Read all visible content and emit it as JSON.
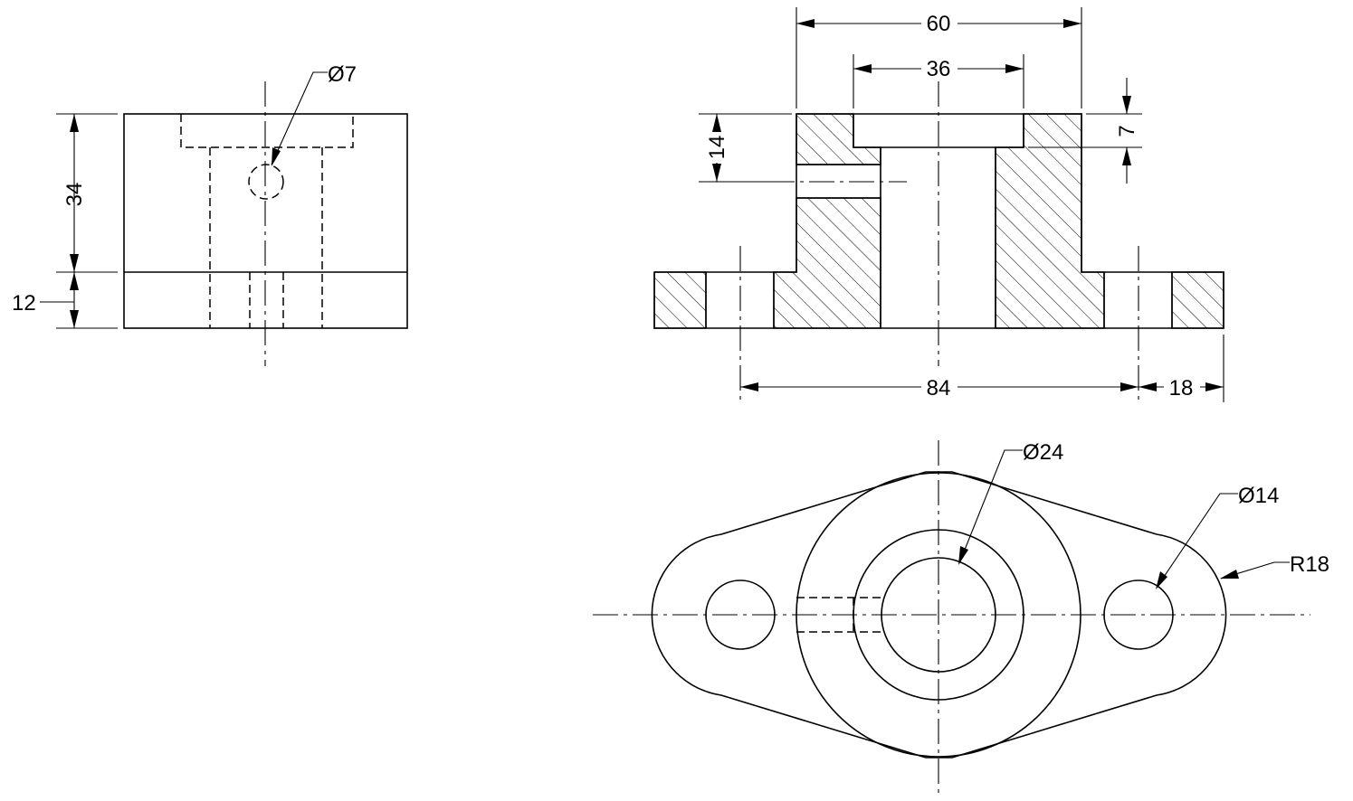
{
  "drawing": {
    "dimensions": {
      "front_width_top": "60",
      "front_bore_top": "36",
      "front_height_slot": "14",
      "front_counterbore_depth": "7",
      "front_hole_spacing": "84",
      "front_flange_edge": "18",
      "side_height_upper": "34",
      "side_height_base": "12",
      "side_hole_diameter": "Ø7",
      "top_bore_diameter": "Ø24",
      "top_hole_diameter": "Ø14",
      "top_end_radius": "R18"
    }
  }
}
